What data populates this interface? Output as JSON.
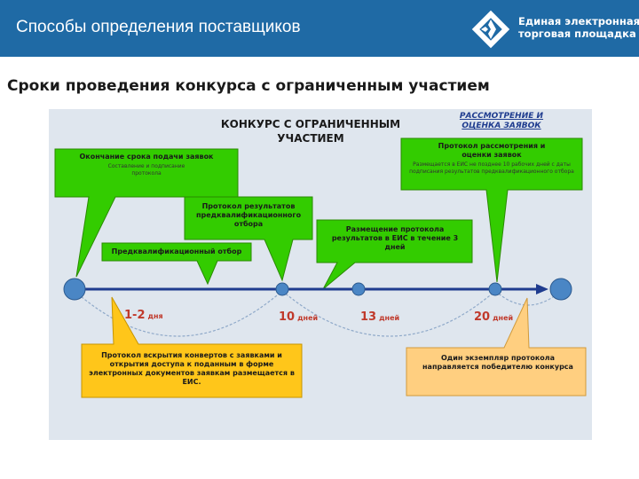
{
  "header": {
    "title": "Способы определения поставщиков",
    "logo_line1": "Единая электронная",
    "logo_line2": "торговая площадка",
    "bg_color": "#1f6aa5"
  },
  "slide_title": "Сроки проведения конкурса с ограниченным участием",
  "diagram": {
    "title_line1": "КОНКУРС С ОГРАНИЧЕННЫМ",
    "title_line2": "УЧАСТИЕМ",
    "stage_line1": "РАССМОТРЕНИЕ И",
    "stage_line2": "ОЦЕНКА ЗАЯВОК",
    "callouts": {
      "deadline": {
        "title": "Окончание срока подачи заявок",
        "desc": "Составление и подписание протокола"
      },
      "prequal_protocol": {
        "title": "Протокол результатов предквалификационного отбора"
      },
      "prequal": {
        "title": "Предквалификационный отбор"
      },
      "publish": {
        "title": "Размещение протокола результатов в ЕИС в течение 3 дней"
      },
      "review_protocol": {
        "title": "Протокол рассмотрения и оценки заявок",
        "desc": "Размещается в ЕИС не позднее 10 рабочих дней с даты подписания результатов предквалификационного отбора"
      },
      "opening_protocol": {
        "title": "Протокол вскрытия конвертов с заявками и открытия доступа к поданным в форме электронных документов заявкам размещается в ЕИС."
      },
      "winner_copy": {
        "title": "Один экземпляр протокола направляется победителю конкурса"
      }
    },
    "days": [
      {
        "num": "1-2",
        "unit": "дня"
      },
      {
        "num": "10",
        "unit": "дней"
      },
      {
        "num": "13",
        "unit": "дней"
      },
      {
        "num": "20",
        "unit": "дней"
      }
    ],
    "colors": {
      "green_callout": "#33cc00",
      "yellow_callout": "#ffc61a",
      "orange_callout": "#ffcf80",
      "timeline": "#1f3c8f",
      "node": "#4a86c5",
      "day_text": "#c0392b"
    }
  }
}
